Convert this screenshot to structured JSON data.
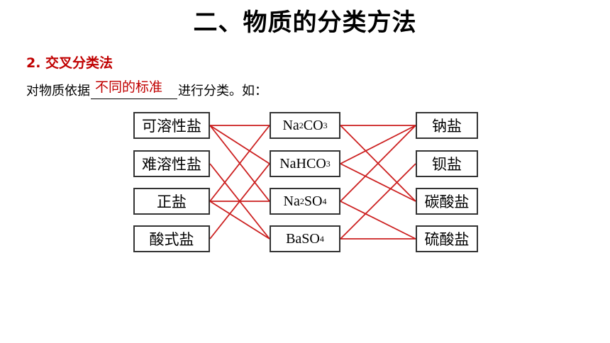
{
  "slide": {
    "title": "二、物质的分类方法",
    "subtitle": "2. 交叉分类法",
    "sentence_before": "对物质依据",
    "sentence_answer": "不同的标准",
    "sentence_after": "进行分类。如：",
    "colors": {
      "accent_red": "#c00000",
      "line_red": "#cc1f1f",
      "border": "#333333"
    }
  },
  "diagram": {
    "left": [
      "可溶性盐",
      "难溶性盐",
      "正盐",
      "酸式盐"
    ],
    "middle": [
      {
        "pre": "Na",
        "sub1": "2",
        "mid": "CO",
        "sub2": "3"
      },
      {
        "pre": "",
        "sub1": "",
        "mid": "NaHCO",
        "sub2": "3"
      },
      {
        "pre": "Na",
        "sub1": "2",
        "mid": "SO",
        "sub2": "4"
      },
      {
        "pre": "",
        "sub1": "",
        "mid": "BaSO",
        "sub2": "4"
      }
    ],
    "right": [
      "钠盐",
      "钡盐",
      "碳酸盐",
      "硫酸盐"
    ],
    "links_left_to_middle": [
      [
        0,
        0
      ],
      [
        0,
        1
      ],
      [
        0,
        2
      ],
      [
        1,
        3
      ],
      [
        2,
        0
      ],
      [
        2,
        2
      ],
      [
        2,
        3
      ],
      [
        3,
        1
      ]
    ],
    "links_middle_to_right": [
      [
        0,
        0
      ],
      [
        0,
        2
      ],
      [
        1,
        0
      ],
      [
        1,
        2
      ],
      [
        2,
        0
      ],
      [
        2,
        3
      ],
      [
        3,
        1
      ],
      [
        3,
        3
      ]
    ]
  }
}
